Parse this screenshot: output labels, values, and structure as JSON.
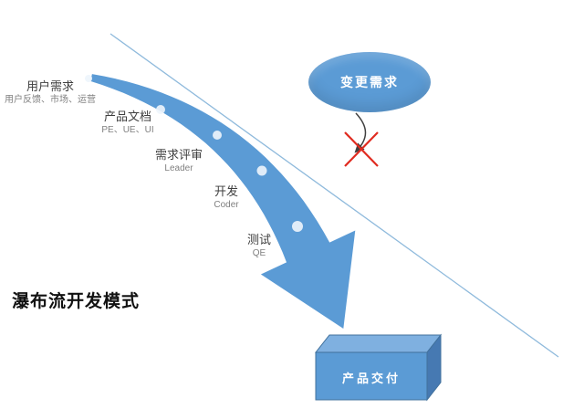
{
  "title": "瀑布流开发模式",
  "stages": [
    {
      "label": "用户需求",
      "sub": "用户反馈、市场、运营"
    },
    {
      "label": "产品文档",
      "sub": "PE、UE、UI"
    },
    {
      "label": "需求评审",
      "sub": "Leader"
    },
    {
      "label": "开发",
      "sub": "Coder"
    },
    {
      "label": "测试",
      "sub": "QE"
    }
  ],
  "change_bubble": {
    "label": "变更需求"
  },
  "delivery_box": {
    "label": "产品交付"
  },
  "colors": {
    "arrow-blue": "#5B9BD5",
    "bubble-blue": "#5B9BD5",
    "box-front": "#5B9BD5",
    "box-top": "#7FB0E0",
    "box-side": "#4679B2",
    "box-outline": "#41719C",
    "line-blue": "#8FBADC",
    "reject-red": "#E02B20",
    "connector-dark": "#404040",
    "label-dark": "#3f3f3f",
    "label-gray": "#7f7f7f"
  }
}
